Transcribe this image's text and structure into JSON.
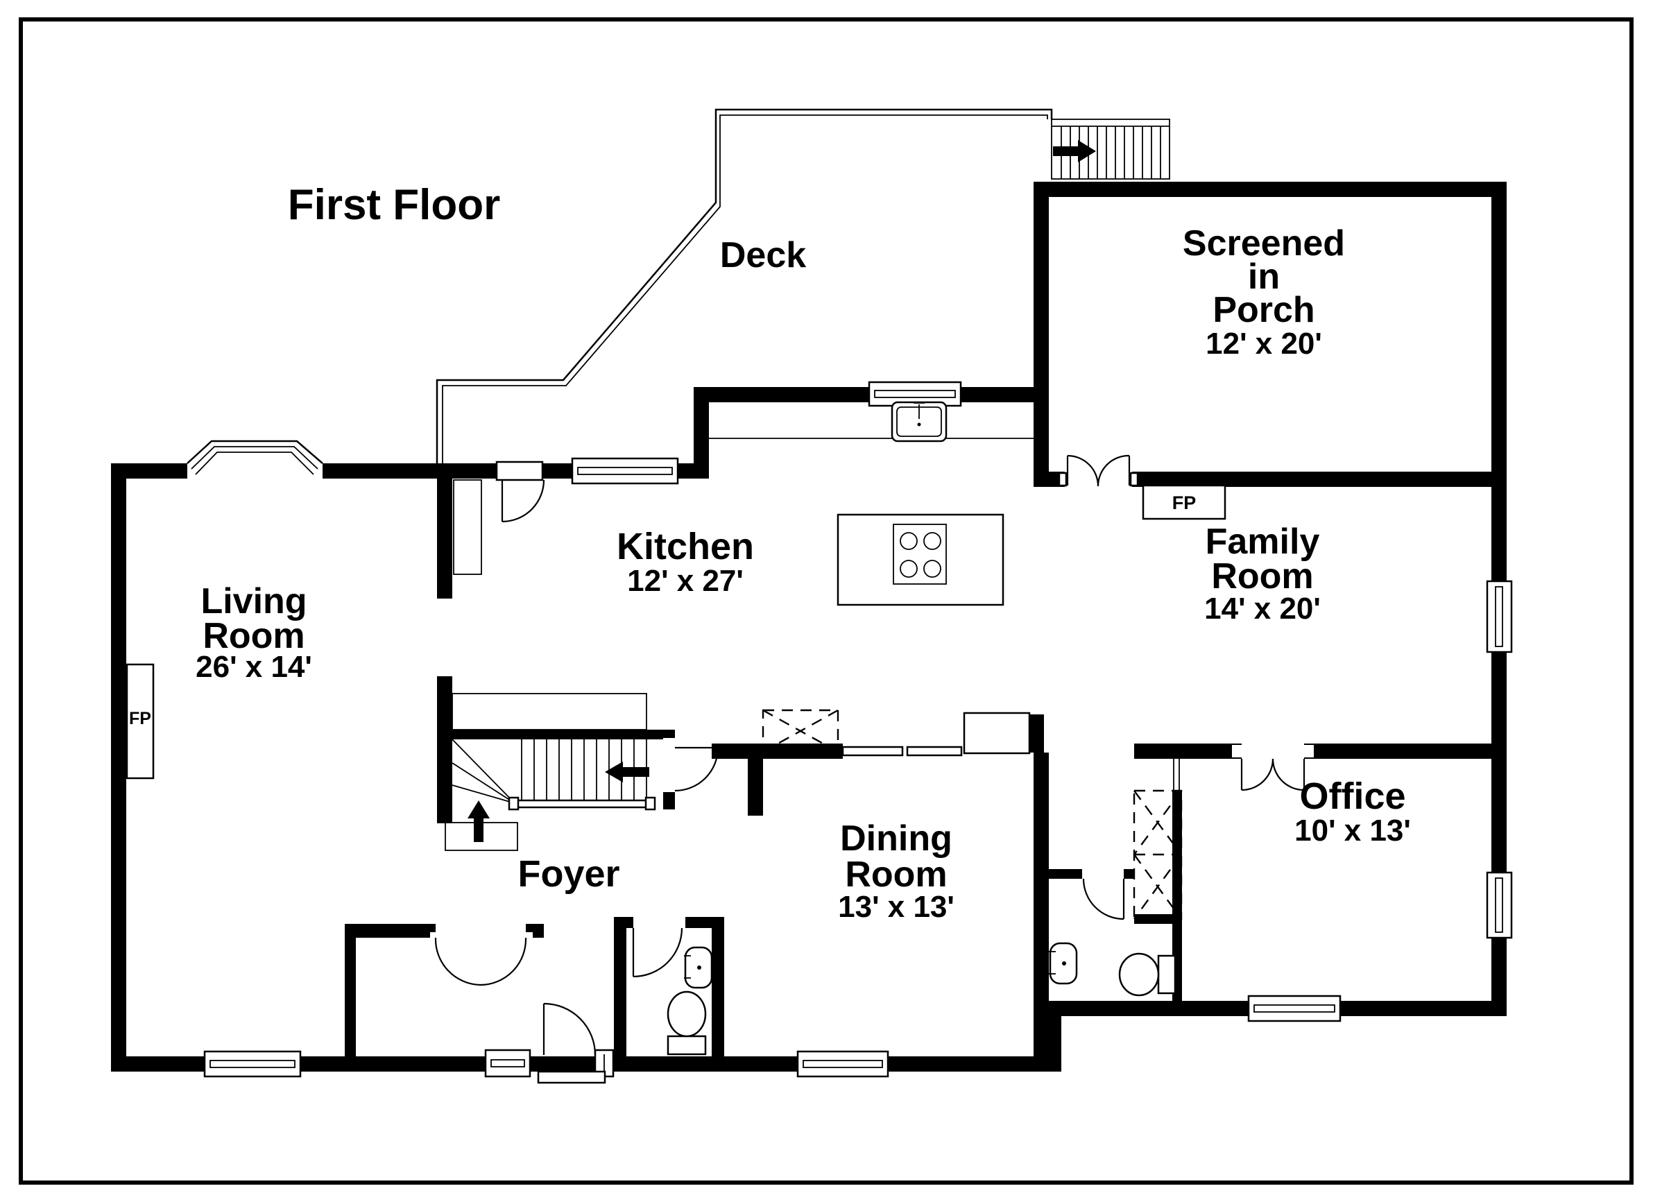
{
  "title": "First Floor",
  "rooms": {
    "deck": {
      "name": "Deck"
    },
    "screened_porch": {
      "line1": "Screened",
      "line2": "in",
      "line3": "Porch",
      "dims": "12' x 20'"
    },
    "kitchen": {
      "name": "Kitchen",
      "dims": "12' x 27'"
    },
    "family_room": {
      "line1": "Family",
      "line2": "Room",
      "dims": "14' x 20'"
    },
    "living_room": {
      "line1": "Living",
      "line2": "Room",
      "dims": "26' x 14'"
    },
    "foyer": {
      "name": "Foyer"
    },
    "dining_room": {
      "line1": "Dining",
      "line2": "Room",
      "dims": "13' x 13'"
    },
    "office": {
      "name": "Office",
      "dims": "10' x 13'"
    }
  },
  "annotations": {
    "fireplace_family": "FP",
    "fireplace_living": "FP"
  },
  "icons": {
    "deck_stairs_direction": "right-arrow-icon",
    "stairs_down_direction": "left-arrow-icon",
    "stairs_up_direction": "up-arrow-icon"
  },
  "colors": {
    "wall": "#000000",
    "background": "#ffffff",
    "text": "#000000"
  }
}
